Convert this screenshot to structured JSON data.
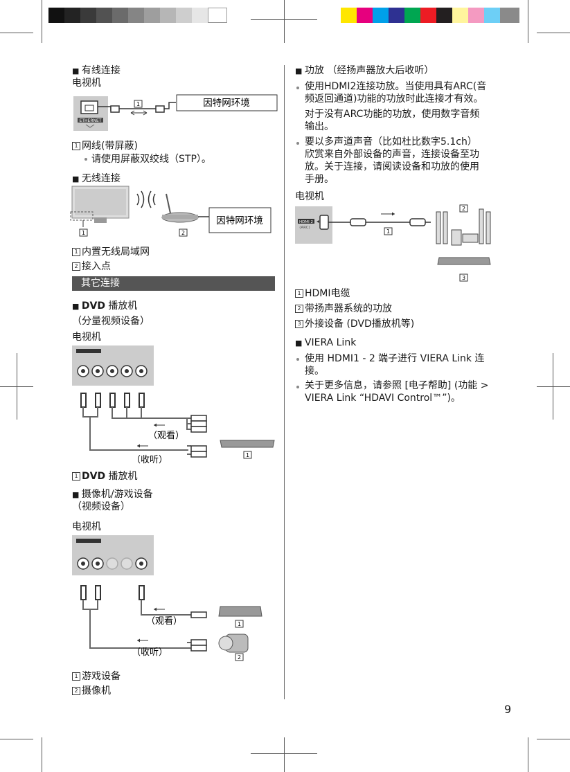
{
  "colors": {
    "gray": [
      "#111111",
      "#232323",
      "#3a3a3a",
      "#525252",
      "#6b6b6b",
      "#858585",
      "#9e9e9e",
      "#b6b6b6",
      "#cecece",
      "#e6e6e6",
      "#ffffff"
    ],
    "color": [
      "#ffe600",
      "#e6007e",
      "#00a0e9",
      "#2e3192",
      "#00a651",
      "#ed1c24",
      "#231f20",
      "#fff59d",
      "#f49ac1",
      "#6dcff6",
      "#8a8a8a"
    ]
  },
  "left": {
    "wired": {
      "heading": "有线连接",
      "tv": "电视机",
      "internet": "因特网环境",
      "ethernet": "ETHERNET",
      "n1": "1",
      "item1": "网线(带屏蔽)",
      "bullet": "请使用屏蔽双绞线（STP）。"
    },
    "wireless": {
      "heading": "无线连接",
      "internet": "因特网环境",
      "n1": "1",
      "n2": "2",
      "item1": "内置无线局域网",
      "item2": "接入点"
    },
    "section_bar": "其它连接",
    "dvd": {
      "heading": "DVD",
      "heading_rest": " 播放机",
      "sub": "（分量视频设备）",
      "tv": "电视机",
      "watch": "（观看）",
      "listen": "（收听）",
      "n1": "1",
      "item1_bold": "DVD",
      "item1_rest": " 播放机"
    },
    "cam": {
      "heading": "摄像机/游戏设备",
      "sub": "（视频设备）",
      "tv": "电视机",
      "watch": "（观看）",
      "listen": "（收听）",
      "n1": "1",
      "n2": "2",
      "item1": "游戏设备",
      "item2": "摄像机"
    }
  },
  "right": {
    "amp": {
      "heading": "功放 （经扬声器放大后收听）",
      "b1_l1": "使用HDMI2连接功放。当使用具有ARC(音",
      "b1_l2": "频返回通道)功能的功放时此连接才有效。",
      "p_l1": "对于没有ARC功能的功放，使用数字音频",
      "p_l2": "输出。",
      "b2_l1": "要以多声道声音（比如杜比数字5.1ch）",
      "b2_l2": "欣赏来自外部设备的声音，连接设备至功",
      "b2_l3": "放。关于连接，请阅读设备和功放的使用",
      "b2_l4": "手册。",
      "tv": "电视机",
      "hdmi": "HDMI 2",
      "arc": "(ARC)",
      "n1": "1",
      "n2": "2",
      "n3": "3",
      "item1": "HDMI电缆",
      "item2": "带扬声器系统的功放",
      "item3": "外接设备 (DVD播放机等)"
    },
    "viera": {
      "heading": "VIERA Link",
      "b1_l1": "使用 HDMI1 - 2 端子进行 VIERA Link 连",
      "b1_l2": "接。",
      "b2_l1": "关于更多信息，请参照 [电子帮助] (功能 >",
      "b2_l2": "VIERA Link “HDAVI Control™”)。"
    }
  },
  "page_number": "9"
}
